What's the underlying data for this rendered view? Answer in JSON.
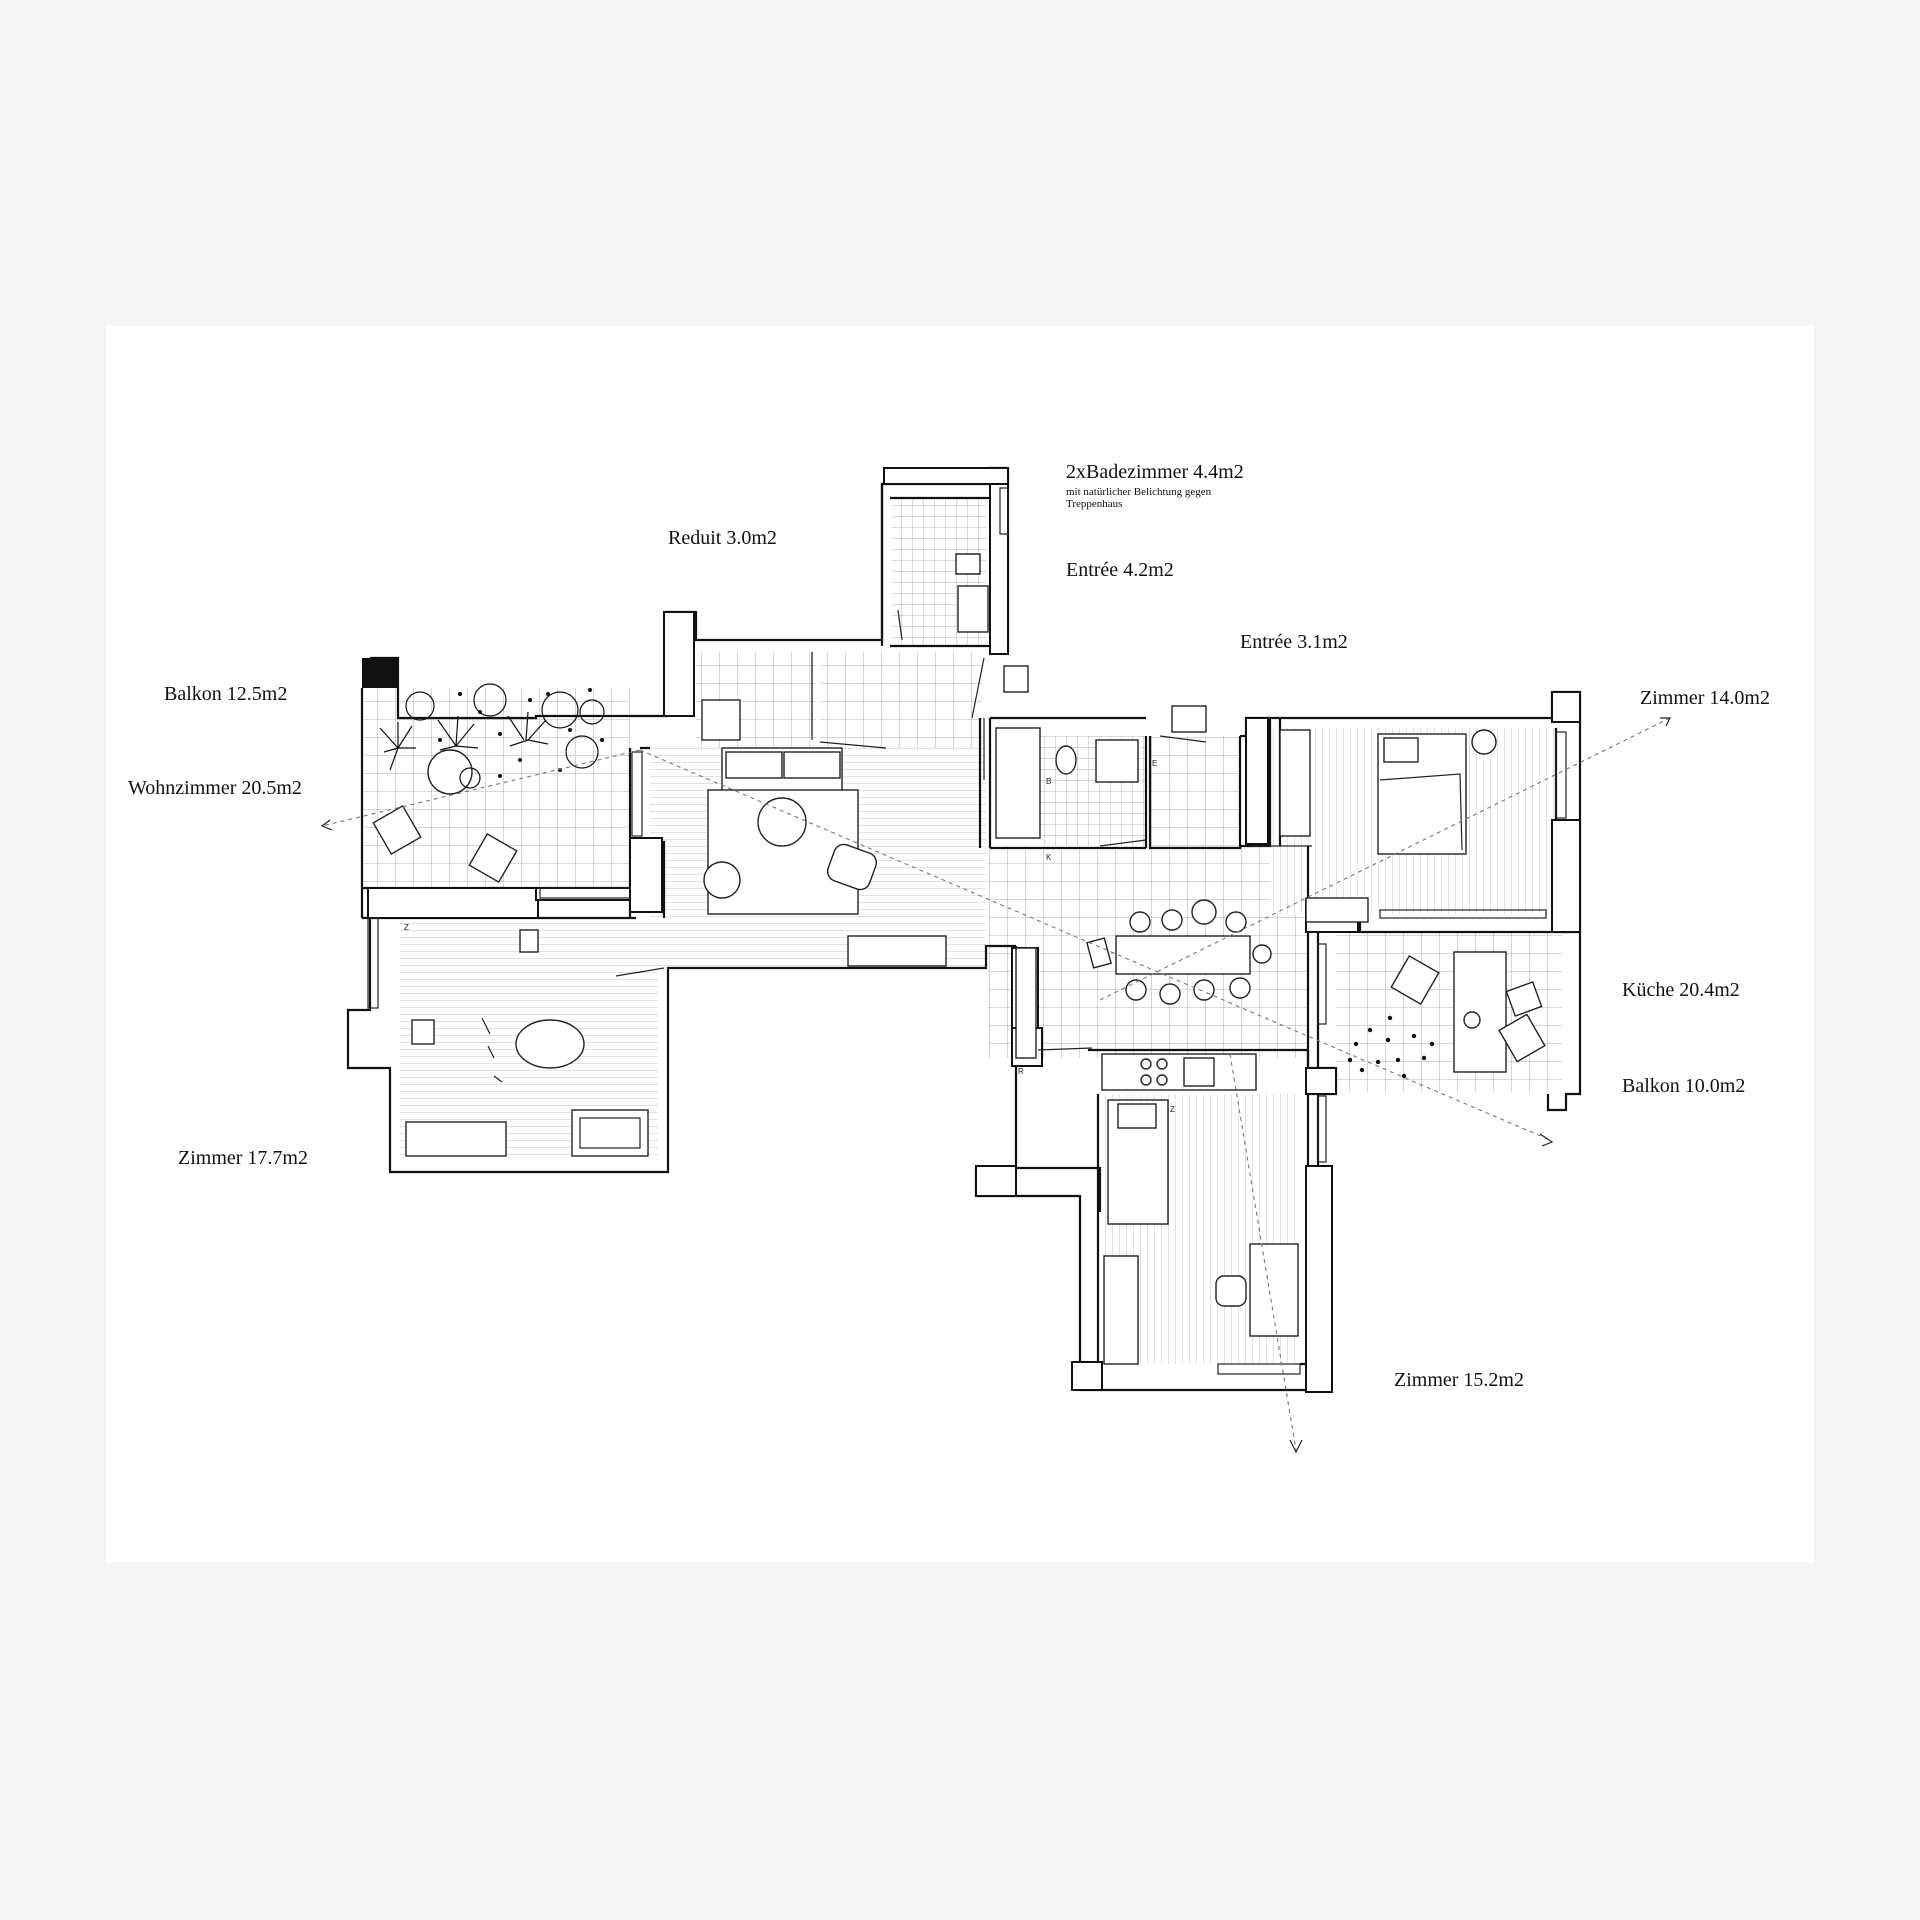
{
  "labels": {
    "badezimmer": "2xBadezimmer 4.4m2",
    "badezimmer_note_1": "mit natürlicher Belichtung gegen",
    "badezimmer_note_2": "Treppenhaus",
    "reduit": "Reduit 3.0m2",
    "entree_1": "Entrée 4.2m2",
    "entree_2": "Entrée 3.1m2",
    "balkon_1": "Balkon 12.5m2",
    "wohnzimmer": "Wohnzimmer 20.5m2",
    "zimmer_1": "Zimmer 14.0m2",
    "kueche": "Küche 20.4m2",
    "balkon_2": "Balkon 10.0m2",
    "zimmer_2": "Zimmer 17.7m2",
    "zimmer_3": "Zimmer 15.2m2"
  },
  "room_codes": {
    "z_1": "Z",
    "z_2": "Z",
    "b": "B",
    "e": "E",
    "k": "K",
    "r": "R"
  },
  "colors": {
    "page_background": "#f4f4f4",
    "sheet": "#ffffff",
    "ink": "#111111",
    "axis": "#777777"
  }
}
